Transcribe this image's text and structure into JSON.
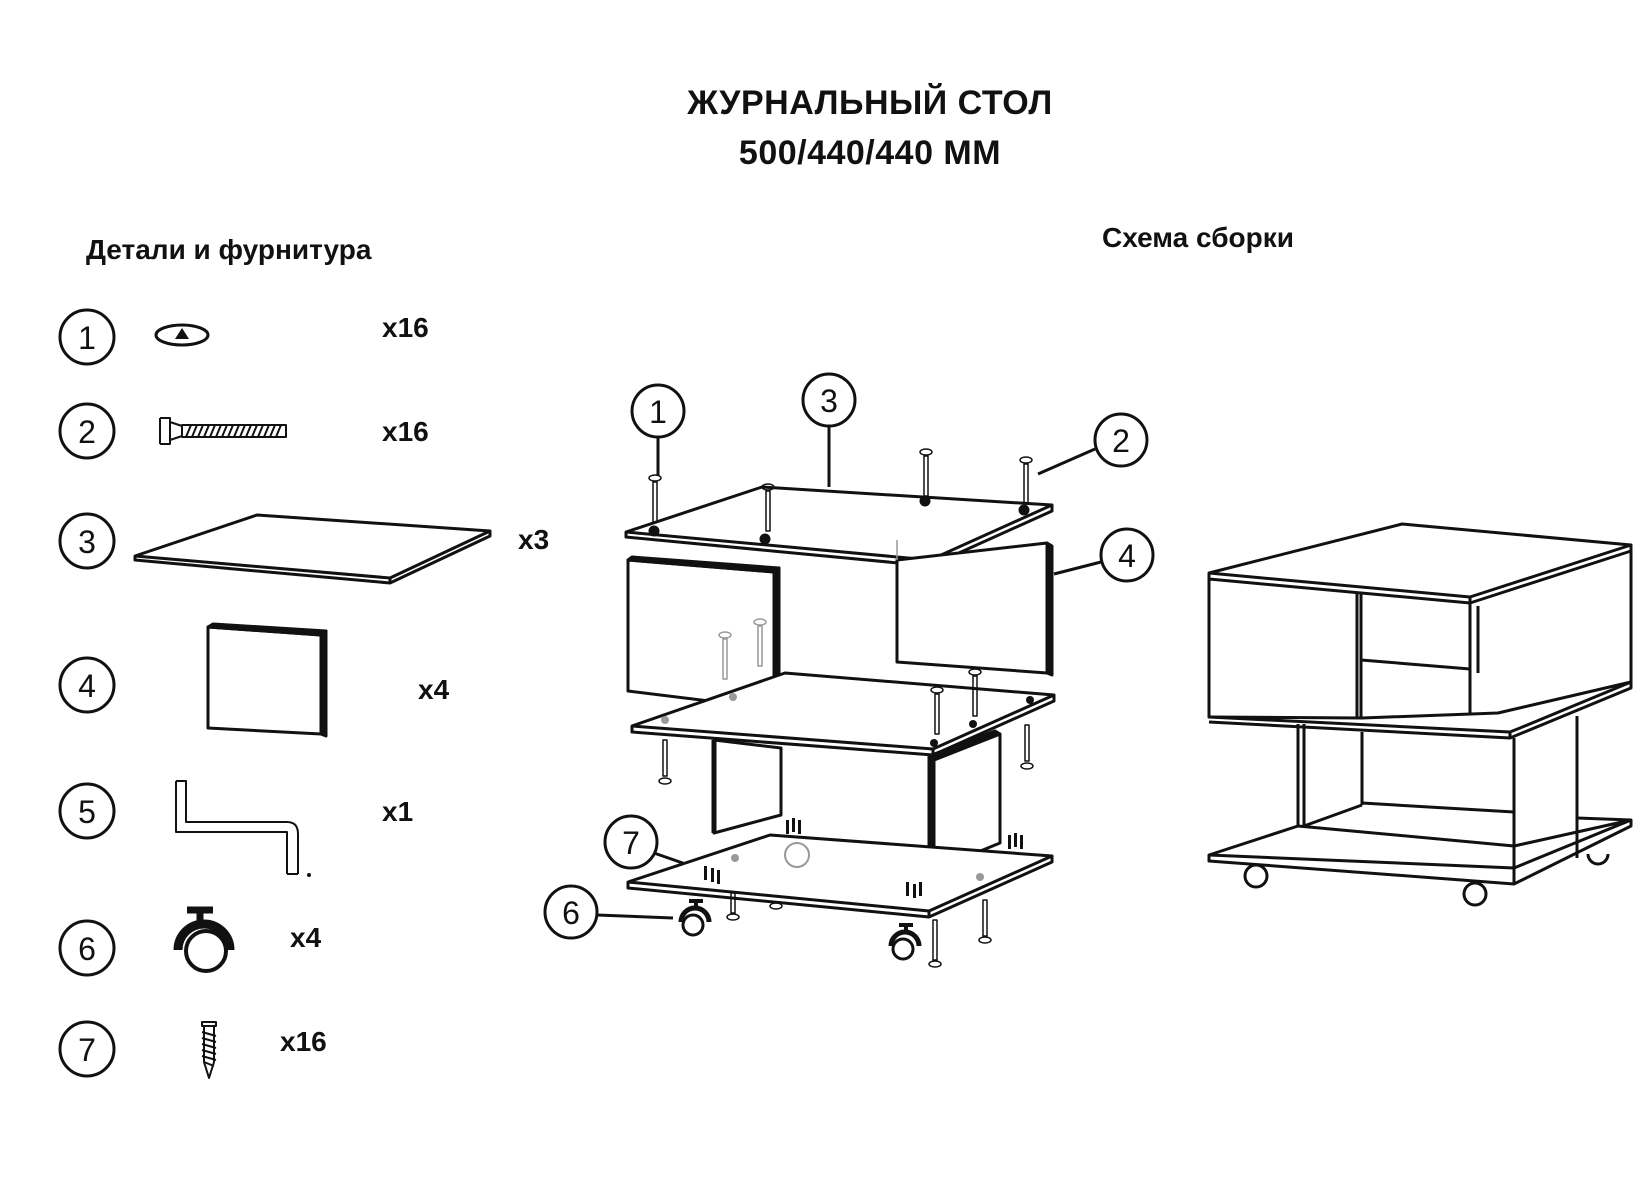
{
  "title": {
    "line1": "ЖУРНАЛЬНЫЙ СТОЛ",
    "line2": "500/440/440 ММ"
  },
  "sections": {
    "parts": "Детали и фурнитура",
    "scheme": "Схема сборки"
  },
  "parts": [
    {
      "num": "1",
      "qty": "x16",
      "icon": "cam-cap-icon"
    },
    {
      "num": "2",
      "qty": "x16",
      "icon": "confirmat-screw-icon"
    },
    {
      "num": "3",
      "qty": "x3",
      "icon": "shelf-panel-icon"
    },
    {
      "num": "4",
      "qty": "x4",
      "icon": "side-panel-icon"
    },
    {
      "num": "5",
      "qty": "x1",
      "icon": "hex-key-icon"
    },
    {
      "num": "6",
      "qty": "x4",
      "icon": "caster-wheel-icon"
    },
    {
      "num": "7",
      "qty": "x16",
      "icon": "wood-screw-icon"
    }
  ],
  "callouts": [
    "1",
    "3",
    "2",
    "4",
    "7",
    "6"
  ]
}
